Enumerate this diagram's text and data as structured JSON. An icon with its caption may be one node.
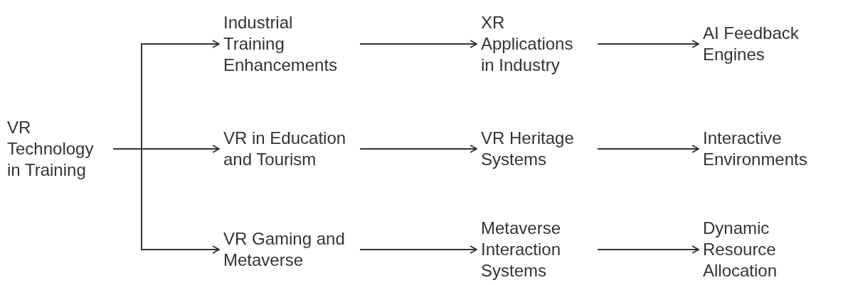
{
  "diagram": {
    "nodes": [
      {
        "text": [
          "VR Technology in Training"
        ]
      },
      {
        "text": [
          "Industrial Training Enhancements"
        ]
      },
      {
        "text": [
          "VR in Education and Tourism"
        ]
      },
      {
        "text": [
          "VR Gaming and Metaverse"
        ]
      },
      {
        "text": [
          "XR Applications in Industry"
        ]
      },
      {
        "text": [
          "VR Heritage Systems"
        ]
      },
      {
        "text": [
          "Metaverse Interaction Systems"
        ]
      },
      {
        "text": [
          "AI Feedback Engines"
        ]
      },
      {
        "text": [
          "Interactive Environments"
        ]
      },
      {
        "text": [
          "Dynamic Resource Allocation"
        ]
      }
    ],
    "edges": [
      {
        "from": 0,
        "to": 1,
        "arrow": "to"
      },
      {
        "from": 0,
        "to": 2,
        "arrow": "to"
      },
      {
        "from": 0,
        "to": 3,
        "arrow": "to"
      },
      {
        "from": 1,
        "to": 4,
        "arrow": "to"
      },
      {
        "from": 2,
        "to": 5,
        "arrow": "to"
      },
      {
        "from": 3,
        "to": 6,
        "arrow": "to"
      },
      {
        "from": 4,
        "to": 7,
        "arrow": "to"
      },
      {
        "from": 5,
        "to": 8,
        "arrow": "to"
      },
      {
        "from": 6,
        "to": 9,
        "arrow": "to"
      }
    ]
  }
}
